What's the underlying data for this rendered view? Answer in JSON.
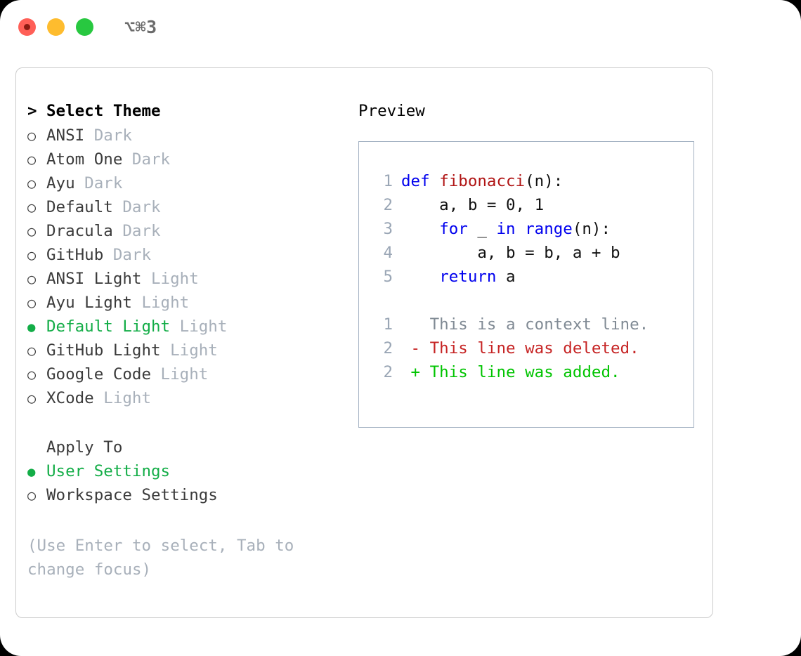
{
  "titlebar": {
    "shortcut": "⌥⌘3",
    "buttons": [
      "close",
      "minimize",
      "maximize"
    ]
  },
  "theme_picker": {
    "heading": "Select Theme",
    "heading_marker": ">",
    "marker_unselected": "○",
    "marker_selected": "●",
    "selected_theme": "Default Light",
    "items": [
      {
        "name": "ANSI",
        "tag": "Dark",
        "selected": false
      },
      {
        "name": "Atom One",
        "tag": "Dark",
        "selected": false
      },
      {
        "name": "Ayu",
        "tag": "Dark",
        "selected": false
      },
      {
        "name": "Default",
        "tag": "Dark",
        "selected": false
      },
      {
        "name": "Dracula",
        "tag": "Dark",
        "selected": false
      },
      {
        "name": "GitHub",
        "tag": "Dark",
        "selected": false
      },
      {
        "name": "ANSI Light",
        "tag": "Light",
        "selected": false
      },
      {
        "name": "Ayu Light",
        "tag": "Light",
        "selected": false
      },
      {
        "name": "Default Light",
        "tag": "Light",
        "selected": true
      },
      {
        "name": "GitHub Light",
        "tag": "Light",
        "selected": false
      },
      {
        "name": "Google Code",
        "tag": "Light",
        "selected": false
      },
      {
        "name": "XCode",
        "tag": "Light",
        "selected": false
      }
    ]
  },
  "apply_to": {
    "label": "Apply To",
    "selected_option": "User Settings",
    "options": [
      {
        "name": "User Settings",
        "selected": true
      },
      {
        "name": "Workspace Settings",
        "selected": false
      }
    ]
  },
  "hint": "(Use Enter to select, Tab to change focus)",
  "preview": {
    "title": "Preview",
    "code_lines": [
      {
        "no": "1",
        "tokens": [
          {
            "t": "def ",
            "c": "kw"
          },
          {
            "t": "fibonacci",
            "c": "fn"
          },
          {
            "t": "(n):",
            "c": "plain"
          }
        ]
      },
      {
        "no": "2",
        "tokens": [
          {
            "t": "    a, b = 0, 1",
            "c": "plain"
          }
        ]
      },
      {
        "no": "3",
        "tokens": [
          {
            "t": "    ",
            "c": "plain"
          },
          {
            "t": "for",
            "c": "kw"
          },
          {
            "t": " _ ",
            "c": "plain"
          },
          {
            "t": "in",
            "c": "kw"
          },
          {
            "t": " ",
            "c": "plain"
          },
          {
            "t": "range",
            "c": "kw"
          },
          {
            "t": "(n):",
            "c": "plain"
          }
        ]
      },
      {
        "no": "4",
        "tokens": [
          {
            "t": "        a, b = b, a + b",
            "c": "plain"
          }
        ]
      },
      {
        "no": "5",
        "tokens": [
          {
            "t": "    ",
            "c": "plain"
          },
          {
            "t": "return",
            "c": "kw"
          },
          {
            "t": " a",
            "c": "plain"
          }
        ]
      }
    ],
    "diff_lines": [
      {
        "no": "1",
        "tokens": [
          {
            "t": "   This is a context line.",
            "c": "ctx"
          }
        ]
      },
      {
        "no": "2",
        "tokens": [
          {
            "t": " - This line was deleted.",
            "c": "del"
          }
        ]
      },
      {
        "no": "2",
        "tokens": [
          {
            "t": " + This line was added.",
            "c": "add"
          }
        ]
      }
    ]
  },
  "colors": {
    "selection_green": "#13ad47",
    "tag_grey": "#a8b0ba",
    "keyword_blue": "#0000ee",
    "function_red": "#b01414",
    "diff_deleted": "#c62424",
    "diff_added": "#00c400",
    "linenumber": "#9aa6b5"
  }
}
